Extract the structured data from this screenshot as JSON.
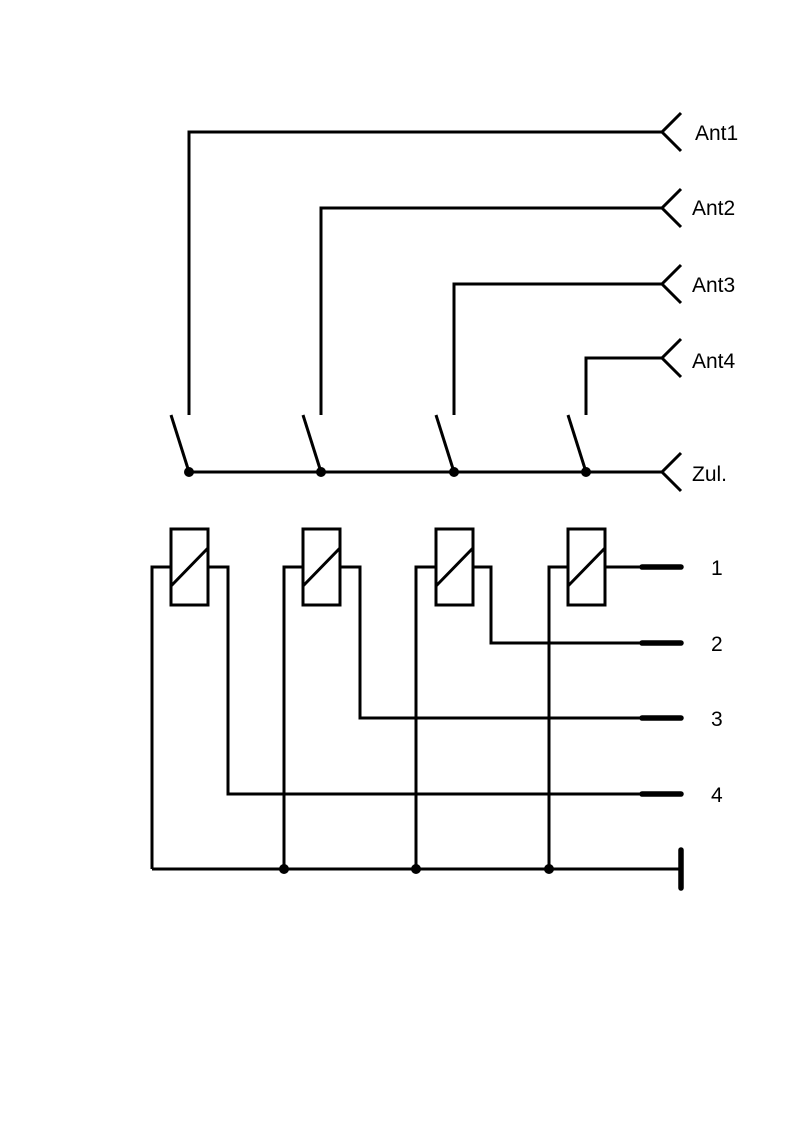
{
  "diagram": {
    "antennas": [
      {
        "label": "Ant1"
      },
      {
        "label": "Ant2"
      },
      {
        "label": "Ant3"
      },
      {
        "label": "Ant4"
      }
    ],
    "feed": {
      "label": "Zul."
    },
    "control_lines": [
      {
        "label": "1"
      },
      {
        "label": "2"
      },
      {
        "label": "3"
      },
      {
        "label": "4"
      }
    ],
    "switch_count": 4,
    "relay_count": 4
  }
}
